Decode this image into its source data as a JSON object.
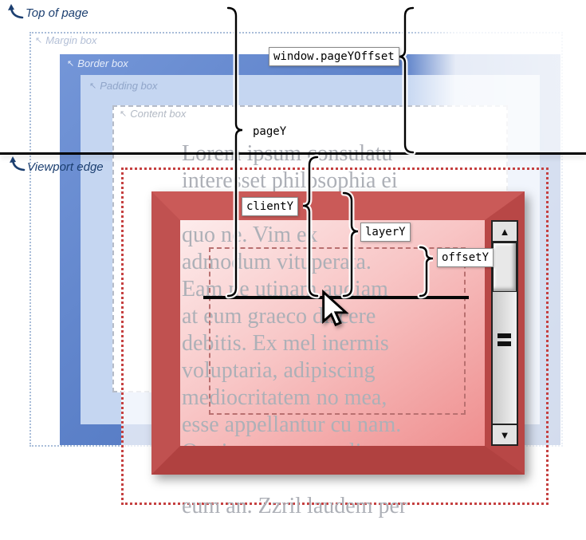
{
  "top_labels": {
    "top_of_page": "Top of page",
    "viewport_edge": "Viewport edge"
  },
  "boxes": {
    "margin": "Margin box",
    "border": "Border box",
    "padding": "Padding box",
    "content": "Content box"
  },
  "braces": {
    "pageYOffset": "window.pageYOffset",
    "pageY": "pageY",
    "clientY": "clientY",
    "layerY": "layerY",
    "offsetY": "offsetY"
  },
  "text": {
    "lines": [
      "Lorem ipsum consulatu",
      "interesset philosophia ei",
      "",
      "quo ne. Vim ex",
      "admodum vituperata.",
      "Eam ne utinam audiam",
      "at eum graeco discere",
      "debitis. Ex mel inermis",
      "voluptaria, adipiscing",
      "mediocritatem no mea,",
      "esse appellantur cu nam.",
      "Oratio movere qualisque",
      "",
      "eum an. Zzril laudem per"
    ]
  },
  "icons": {
    "corner_arrow": "↖",
    "scrollbar_up": "▲",
    "scrollbar_down": "▼"
  },
  "colors": {
    "border_band_blue": "#5b80c8",
    "padding_band_blue": "#c5d6f1",
    "margin_dotted": "#a9bdd9",
    "content_dashed": "#b6bcc8",
    "red_frame": "#bf4a49",
    "red_dotted": "#c54040",
    "pink_content": "#f8c6c6",
    "label_navy": "#1c3f70",
    "page_text_gray": "#adb0b7"
  }
}
